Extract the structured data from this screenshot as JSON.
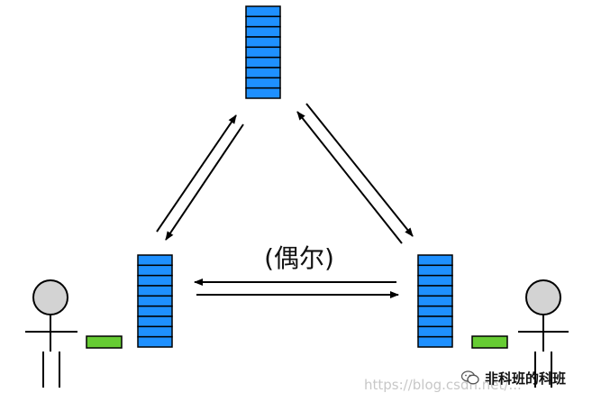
{
  "diagram": {
    "middle_label": "(偶尔)",
    "watermark_text": "非科班的科班",
    "url_watermark": "https://blog.csdn.net/...",
    "colors": {
      "stack_fill": "#1e90ff",
      "stack_stroke": "#000000",
      "packet_fill": "#66cc33",
      "person_head": "#d3d3d3",
      "line": "#000000"
    },
    "icons": [
      "wechat-icon"
    ]
  }
}
